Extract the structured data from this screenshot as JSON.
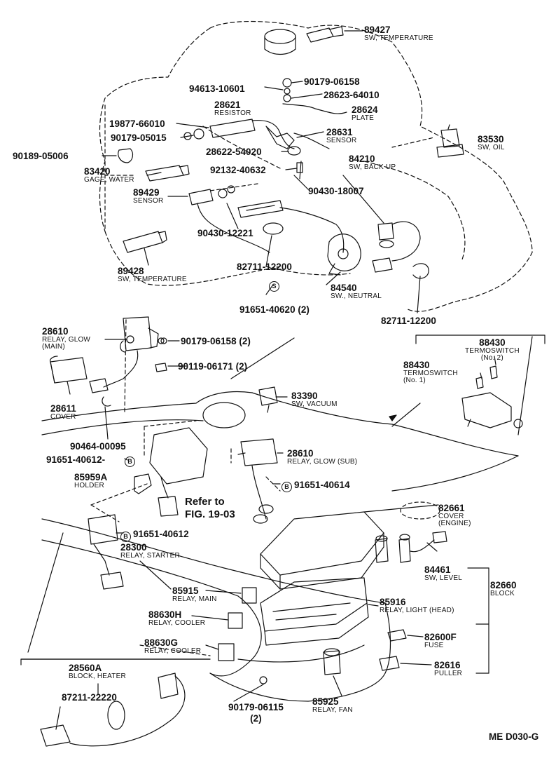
{
  "drawing_code": "ME D030-G",
  "refer": {
    "line1": "Refer to",
    "line2": "FIG. 19-03"
  },
  "marks": {
    "S": "S",
    "B": "B"
  },
  "parts": {
    "p89427": {
      "number": "89427",
      "desc": "SW, TEMPERATURE"
    },
    "p90179_06158_top": {
      "number": "90179-06158"
    },
    "p94613": {
      "number": "94613-10601"
    },
    "p28623": {
      "number": "28623-64010"
    },
    "p28621": {
      "number": "28621",
      "desc": "RESISTOR"
    },
    "p28624": {
      "number": "28624",
      "desc": "PLATE"
    },
    "p19877": {
      "number": "19877-66010"
    },
    "p28631": {
      "number": "28631",
      "desc": "SENSOR"
    },
    "p90179_05015": {
      "number": "90179-05015"
    },
    "p83530": {
      "number": "83530",
      "desc": "SW, OIL"
    },
    "p90189": {
      "number": "90189-05006"
    },
    "p28622": {
      "number": "28622-54020"
    },
    "p84210": {
      "number": "84210",
      "desc": "SW, BACK UP"
    },
    "p83420": {
      "number": "83420",
      "desc": "GAGE, WATER"
    },
    "p92132": {
      "number": "92132-40632"
    },
    "p90430_18007": {
      "number": "90430-18007"
    },
    "p89429": {
      "number": "89429",
      "desc": "SENSOR"
    },
    "p90430_12221": {
      "number": "90430-12221"
    },
    "p82711_a": {
      "number": "82711-12200"
    },
    "p89428": {
      "number": "89428",
      "desc": "SW, TEMPERATURE"
    },
    "p84540": {
      "number": "84540",
      "desc": "SW., NEUTRAL"
    },
    "p91651_40620": {
      "number": "91651-40620 (2)"
    },
    "p82711_b": {
      "number": "82711-12200"
    },
    "p28610_main": {
      "number": "28610",
      "desc1": "RELAY, GLOW",
      "desc2": "(MAIN)"
    },
    "p90179_06158_2": {
      "number": "90179-06158 (2)"
    },
    "p88430_2": {
      "number": "88430",
      "desc1": "TERMOSWITCH",
      "desc2": "(No. 2)"
    },
    "p90119": {
      "number": "90119-06171 (2)"
    },
    "p88430_1": {
      "number": "88430",
      "desc1": "TERMOSWITCH",
      "desc2": "(No. 1)"
    },
    "p28611": {
      "number": "28611",
      "desc": "COVER"
    },
    "p83390": {
      "number": "83390",
      "desc": "SW, VACUUM"
    },
    "p90464": {
      "number": "90464-00095"
    },
    "p91651_40612_a": {
      "number": "91651-40612-"
    },
    "p28610_sub": {
      "number": "28610",
      "desc": "RELAY, GLOW (SUB)"
    },
    "p85959": {
      "number": "85959A",
      "desc": "HOLDER"
    },
    "p91651_40614": {
      "number": "91651-40614"
    },
    "p82661": {
      "number": "82661",
      "desc1": "COVER",
      "desc2": "(ENGINE)"
    },
    "p91651_40612_b": {
      "number": "91651-40612"
    },
    "p28300": {
      "number": "28300",
      "desc": "RELAY, STARTER"
    },
    "p84461": {
      "number": "84461",
      "desc": "SW, LEVEL"
    },
    "p82660": {
      "number": "82660",
      "desc": "BLOCK"
    },
    "p85915": {
      "number": "85915",
      "desc": "RELAY, MAIN"
    },
    "p85916": {
      "number": "85916",
      "desc": "RELAY, LIGHT (HEAD)"
    },
    "p88630H": {
      "number": "88630H",
      "desc": "RELAY, COOLER"
    },
    "p82600F": {
      "number": "82600F",
      "desc": "FUSE"
    },
    "p88630G": {
      "number": "88630G",
      "desc": "RELAY, COOLER"
    },
    "p82616": {
      "number": "82616",
      "desc": "PULLER"
    },
    "p28560A": {
      "number": "28560A",
      "desc": "BLOCK, HEATER"
    },
    "p87211": {
      "number": "87211-22220"
    },
    "p90179_06115": {
      "number": "90179-06115",
      "qty": "(2)"
    },
    "p85925": {
      "number": "85925",
      "desc": "RELAY, FAN"
    }
  }
}
